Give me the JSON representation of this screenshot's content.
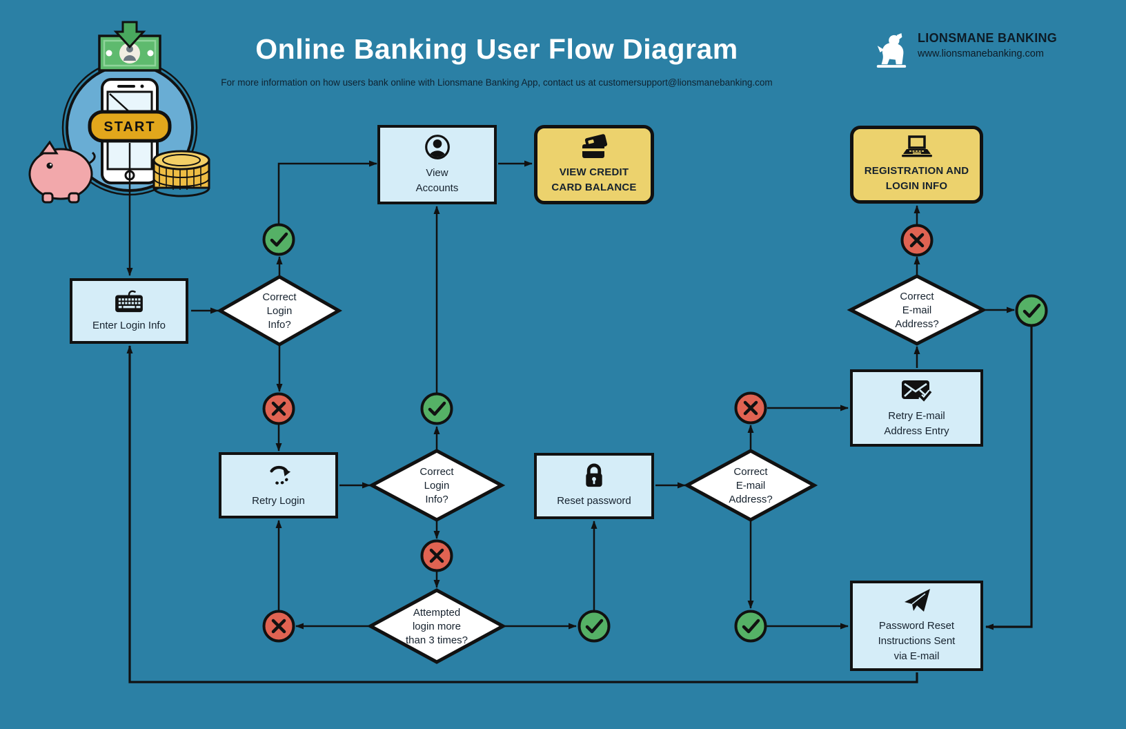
{
  "header": {
    "title": "Online Banking User Flow Diagram",
    "subtitle": "For more information on how users bank online with Lionsmane Banking App, contact us at customersupport@lionsmanebanking.com"
  },
  "brand": {
    "name": "LIONSMANE BANKING",
    "url": "www.lionsmanebanking.com"
  },
  "illustration": {
    "start_label": "START"
  },
  "nodes": {
    "enter_login": {
      "label": "Enter Login Info"
    },
    "view_accounts": {
      "label": "View\nAccounts"
    },
    "credit_balance": {
      "label": "VIEW CREDIT\nCARD BALANCE"
    },
    "retry_login": {
      "label": "Retry Login"
    },
    "reset_password": {
      "label": "Reset password"
    },
    "retry_email": {
      "label": "Retry E-mail\nAddress Entry"
    },
    "registration": {
      "label": "REGISTRATION AND\nLOGIN INFO"
    },
    "password_reset_sent": {
      "label": "Password Reset\nInstructions Sent\nvia E-mail"
    }
  },
  "decisions": {
    "d1": {
      "label": "Correct\nLogin\nInfo?"
    },
    "d2": {
      "label": "Correct\nLogin\nInfo?"
    },
    "d3": {
      "label": "Attempted\nlogin more\nthan 3 times?"
    },
    "d4": {
      "label": "Correct\nE-mail\nAddress?"
    },
    "d5": {
      "label": "Correct\nE-mail\nAddress?"
    }
  },
  "icons": {
    "enter_login": "keyboard-icon",
    "view_accounts": "user-icon",
    "credit_balance": "credit-card-icon",
    "retry_login": "refresh-icon",
    "reset_password": "lock-icon",
    "retry_email": "envelope-check-icon",
    "registration": "laptop-icon",
    "password_reset_sent": "paper-plane-icon",
    "brand": "lion-icon",
    "success": "check-icon",
    "failure": "x-icon"
  },
  "colors": {
    "background": "#2b80a5",
    "node_fill": "#d5edf8",
    "accent_yellow": "#ecd26d",
    "success_green": "#55b166",
    "error_red": "#e06352",
    "diamond_fill": "#ffffff",
    "line": "#111111",
    "title_text": "#ffffff",
    "start_button": "#e2a71c"
  }
}
